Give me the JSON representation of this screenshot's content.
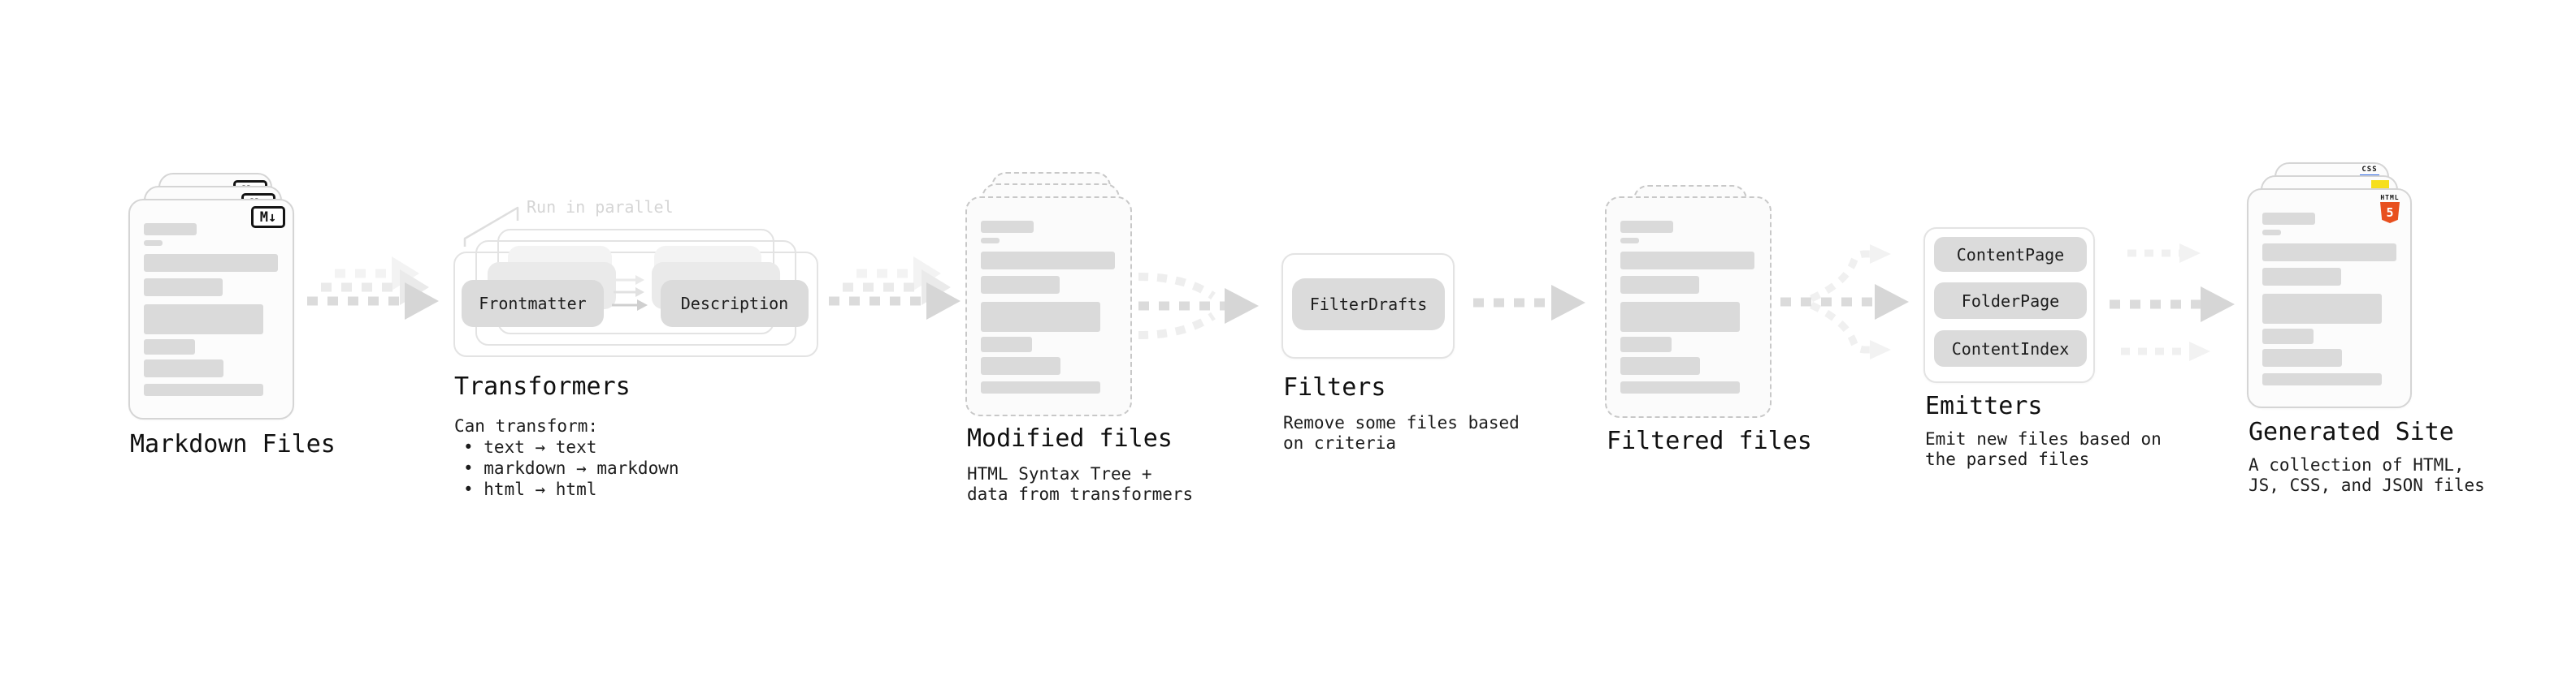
{
  "stages": {
    "markdown": {
      "label": "Markdown Files",
      "file_badge": "M↓"
    },
    "transformers": {
      "label": "Transformers",
      "note": "Run in parallel",
      "pills": [
        "Frontmatter",
        "Description"
      ],
      "desc_title": "Can transform:",
      "bullets": [
        "• text → text",
        "• markdown → markdown",
        "• html → html"
      ]
    },
    "modified": {
      "label": "Modified files",
      "desc": [
        "HTML Syntax Tree +",
        "data from transformers"
      ]
    },
    "filters": {
      "label": "Filters",
      "pill": "FilterDrafts",
      "desc": [
        "Remove some files based",
        "on criteria"
      ]
    },
    "filtered": {
      "label": "Filtered files"
    },
    "emitters": {
      "label": "Emitters",
      "pills": [
        "ContentPage",
        "FolderPage",
        "ContentIndex"
      ],
      "desc": [
        "Emit new files based on",
        "the parsed files"
      ]
    },
    "generated": {
      "label": "Generated Site",
      "desc": [
        "A collection of HTML,",
        "JS, CSS, and JSON files"
      ],
      "badges": {
        "css_label": "CSS",
        "html_label": "HTML",
        "html_number": "5"
      }
    }
  },
  "colors": {
    "html5_orange": "#e8501f",
    "js_yellow": "#f6df1d",
    "css_blue": "#2e6be6",
    "arrow_gray": "#dbdbdb",
    "text_dark": "#141414"
  }
}
